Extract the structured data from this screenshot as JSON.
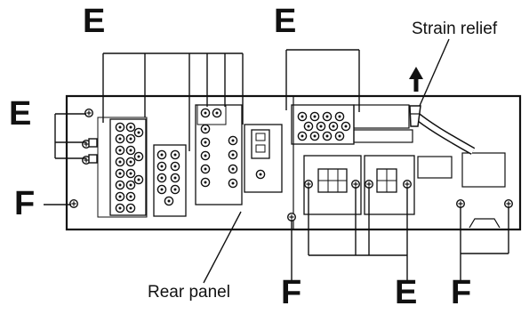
{
  "labels": {
    "e_top_left": "E",
    "e_top_mid": "E",
    "e_left": "E",
    "f_left": "F",
    "f_bottom_a": "F",
    "e_bottom": "E",
    "f_bottom_b": "F",
    "strain_relief": "Strain relief",
    "rear_panel": "Rear panel"
  },
  "icons": {
    "screw": "screw-icon",
    "arrow": "up-arrow-icon",
    "cable": "power-cord-icon"
  },
  "colors": {
    "line": "#111111",
    "background": "#ffffff"
  }
}
